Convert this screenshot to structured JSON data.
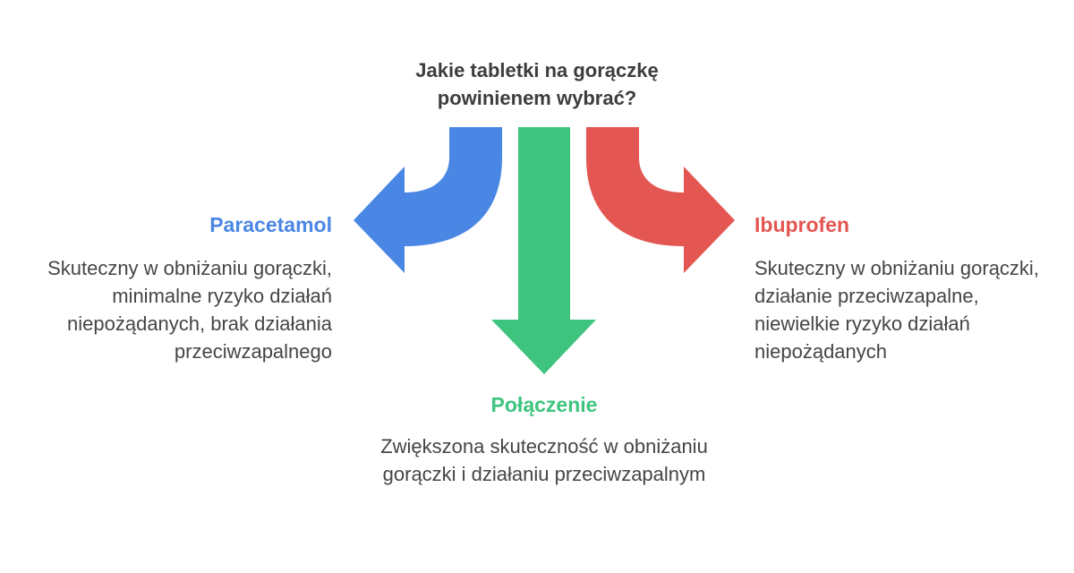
{
  "question": "Jakie tabletki na gorączkę powinienem wybrać?",
  "options": {
    "left": {
      "title": "Paracetamol",
      "description": "Skuteczny w obniżaniu gorączki, minimalne ryzyko działań niepożądanych, brak działania przeciwzapalnego",
      "color": "#4a86e4"
    },
    "center": {
      "title": "Połączenie",
      "description": "Zwiększona skuteczność w obniżaniu gorączki i działaniu przeciwzapalnym",
      "color": "#3ec47e"
    },
    "right": {
      "title": "Ibuprofen",
      "description": "Skuteczny w obniżaniu gorączki, działanie przeciwzapalne, niewielkie ryzyko działań niepożądanych",
      "color": "#e35652"
    }
  }
}
